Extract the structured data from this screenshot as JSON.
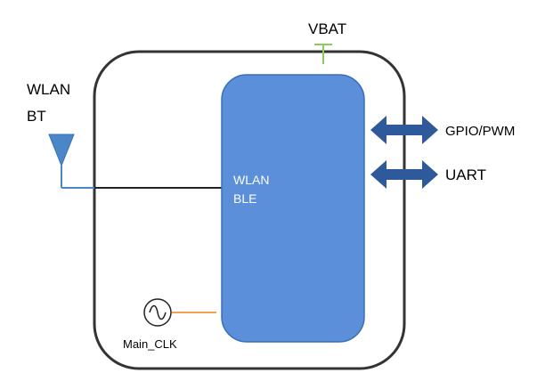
{
  "labels": {
    "vbat": "VBAT",
    "antenna_line1": "WLAN",
    "antenna_line2": "BT",
    "chip_line1": "WLAN",
    "chip_line2": "BLE",
    "gpio_pwm": "GPIO/PWM",
    "uart": "UART",
    "clock": "Main_CLK"
  },
  "colors": {
    "module_border": "#333333",
    "chip_fill": "#5B8FD9",
    "chip_border": "#3A6FB8",
    "arrow_fill": "#2E5A9C",
    "vbat_pin": "#8CCB5E",
    "antenna": "#4A86C8",
    "clock_wire": "#F0A050",
    "rf_line": "#222222"
  },
  "icons": {
    "antenna": "antenna-icon",
    "clock": "oscillator-icon"
  }
}
